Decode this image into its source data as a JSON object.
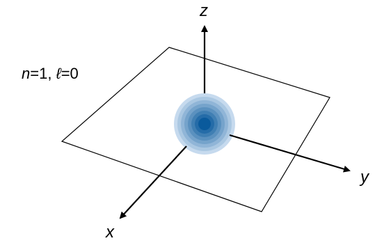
{
  "orbital": {
    "n_symbol": "n",
    "n_value": "=1, ",
    "l_symbol": "ℓ",
    "l_value": "=0"
  },
  "axes": {
    "x": "x",
    "y": "y",
    "z": "z"
  },
  "colors": {
    "plane_stroke": "#000000",
    "axis": "#000000",
    "density_outer": "#c6daee",
    "density_inner": "#0a5a9c"
  },
  "density_levels": 8
}
